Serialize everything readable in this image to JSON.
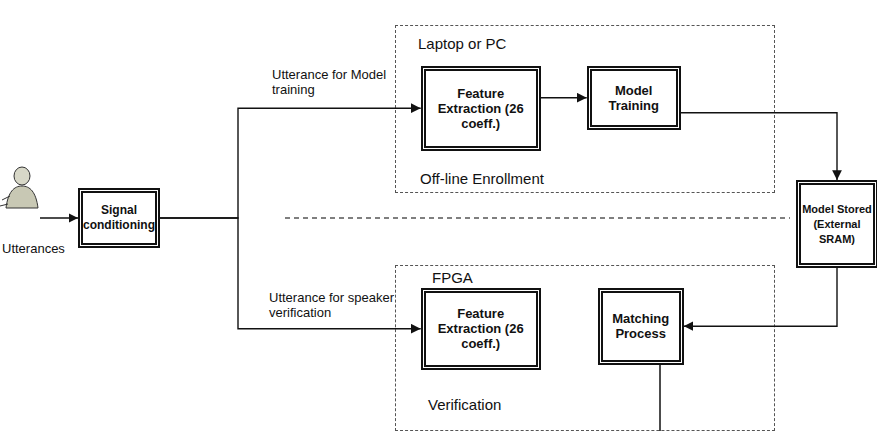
{
  "diagram": {
    "nodes": [
      {
        "text": [
          "Signal conditioning"
        ]
      },
      {
        "text": [
          "Laptop or PC",
          "Off-line Enrollment"
        ]
      },
      {
        "text": [
          "Feature Extraction (26 coeff.)"
        ],
        "in": 1
      },
      {
        "text": [
          "Model Training"
        ],
        "in": 1
      },
      {
        "text": [
          "Model Stored (External SRAM)"
        ]
      },
      {
        "text": [
          "FPGA",
          "Verification"
        ]
      },
      {
        "text": [
          "Feature Extraction (26 coeff.)"
        ],
        "in": 5
      },
      {
        "text": [
          "Matching Process"
        ],
        "in": 5
      }
    ],
    "edges": [
      {
        "from": 0,
        "to": 2,
        "label": "Utterance for Model training",
        "arrow": "to"
      },
      {
        "from": 0,
        "to": 6,
        "label": "Utterance for speaker verification",
        "arrow": "to"
      },
      {
        "from": 2,
        "to": 3,
        "arrow": "to"
      },
      {
        "from": 3,
        "to": 4,
        "arrow": "to"
      },
      {
        "from": 4,
        "to": 7,
        "arrow": "to"
      }
    ],
    "labels": [
      "Utterances"
    ]
  }
}
